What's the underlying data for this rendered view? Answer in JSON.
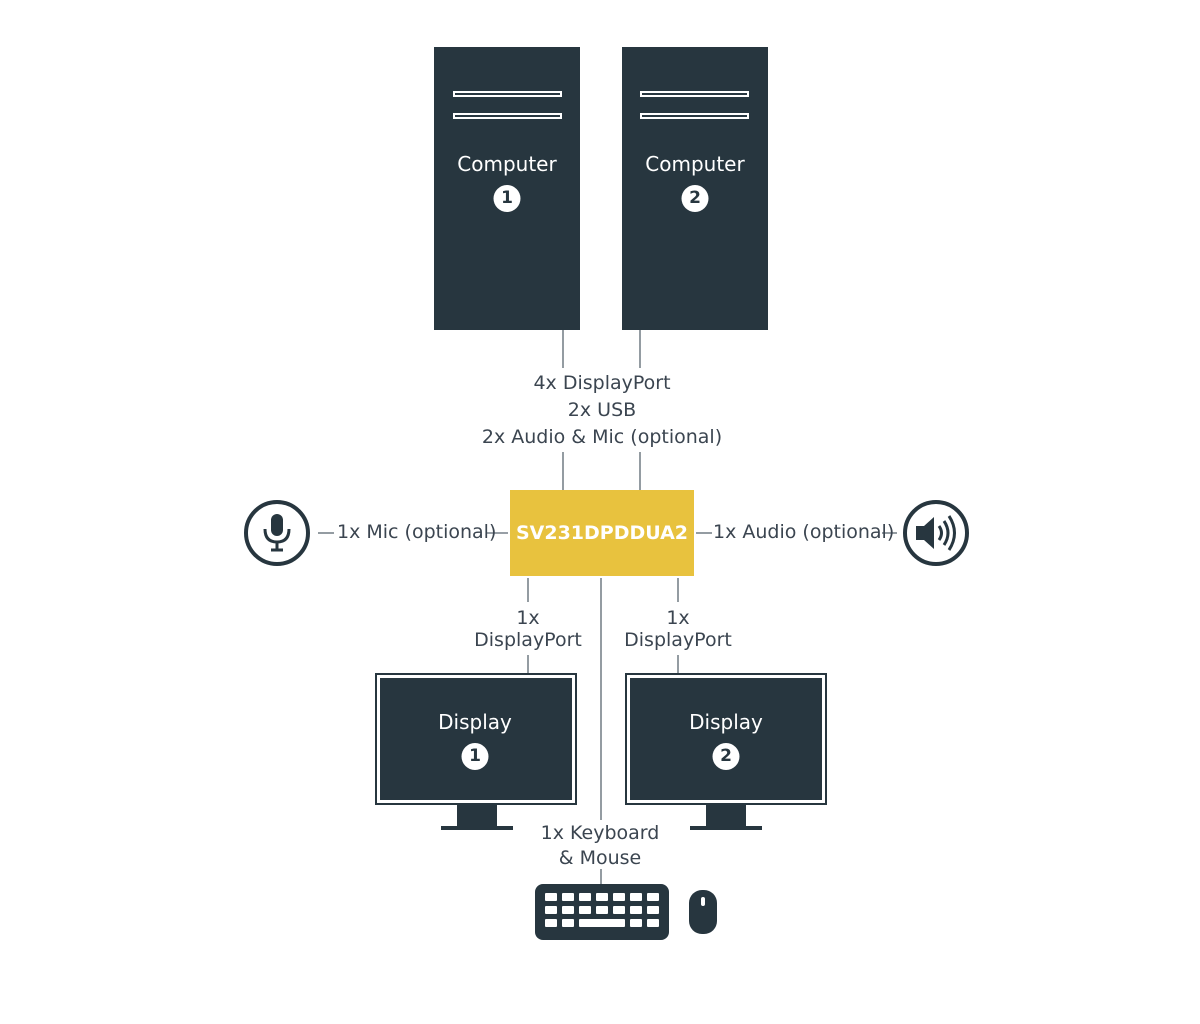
{
  "computers": [
    {
      "label": "Computer",
      "number": "1"
    },
    {
      "label": "Computer",
      "number": "2"
    }
  ],
  "upstream_cables": [
    "4x DisplayPort",
    "2x USB",
    "2x Audio & Mic (optional)"
  ],
  "switch": {
    "model": "SV231DPDDUA2",
    "color": "#e8c23e"
  },
  "mic": {
    "label": "1x Mic (optional)",
    "icon": "microphone-icon"
  },
  "audio": {
    "label": "1x Audio (optional)",
    "icon": "speaker-icon"
  },
  "display_cables": [
    {
      "count": "1x",
      "type": "DisplayPort"
    },
    {
      "count": "1x",
      "type": "DisplayPort"
    }
  ],
  "displays": [
    {
      "label": "Display",
      "number": "1"
    },
    {
      "label": "Display",
      "number": "2"
    }
  ],
  "peripherals": {
    "label_line1": "1x Keyboard",
    "label_line2": "& Mouse",
    "icons": [
      "keyboard-icon",
      "mouse-icon"
    ]
  },
  "colors": {
    "dark": "#27363f",
    "line": "#5b6670",
    "text": "#3b4550"
  }
}
